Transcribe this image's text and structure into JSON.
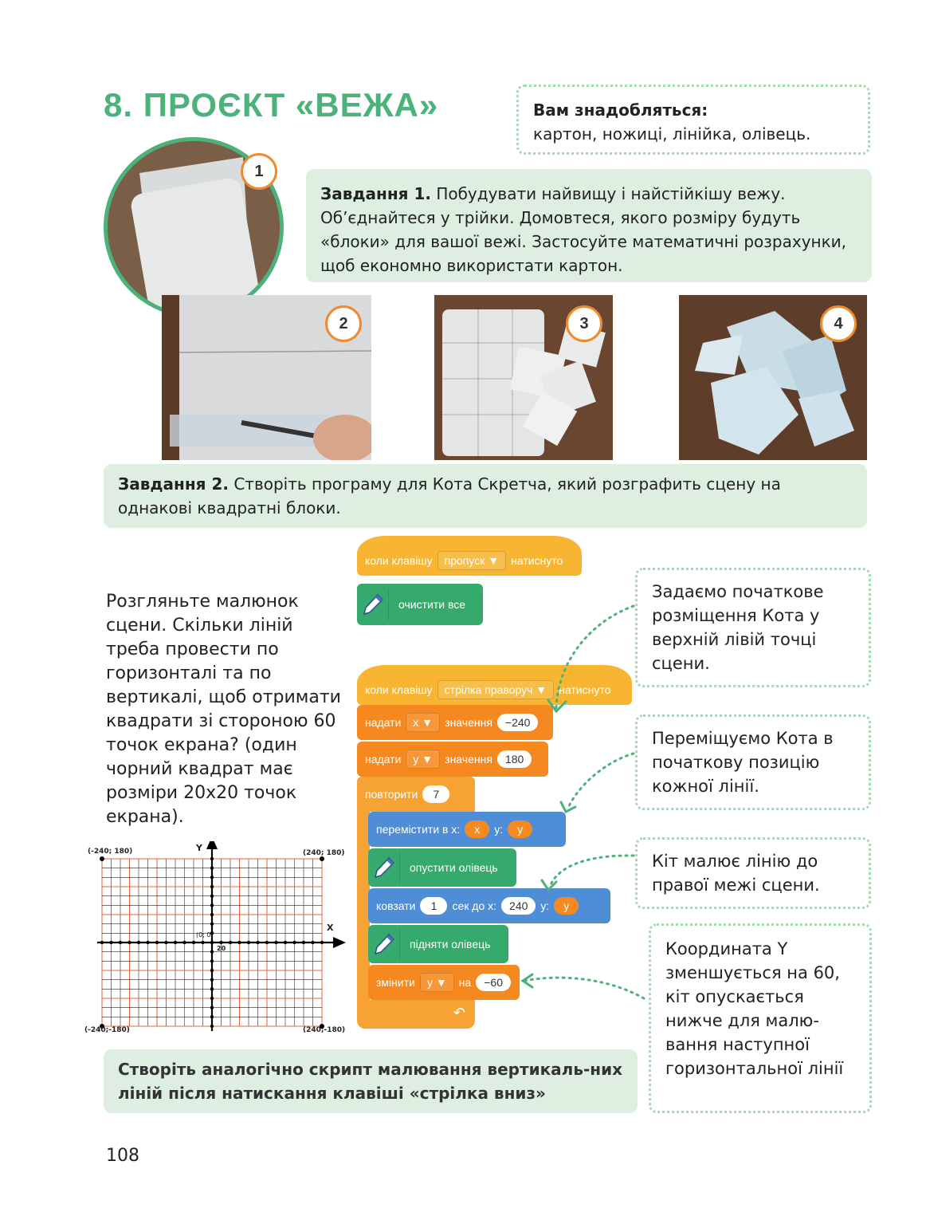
{
  "header": {
    "title": "8. ПРОЄКТ «ВЕЖА»"
  },
  "materials": {
    "heading": "Вам знадобляться:",
    "list": "картон, ножиці, лінійка, олівець."
  },
  "task1": {
    "label": "Завдання 1.",
    "text": " Побудувати найвищу і найстійкішу вежу. Об’єднайтеся у трійки. Домовтеся, якого розміру будуть «блоки» для вашої вежі. Застосуйте математичні розрахунки, щоб економно використати картон."
  },
  "steps": [
    "1",
    "2",
    "3",
    "4"
  ],
  "task2": {
    "label": "Завдання 2.",
    "text": " Створіть програму для Кота Скретча, який розграфить сцену на однакові квадратні блоки."
  },
  "question": "Розгляньте малюнок сцени. Скільки ліній треба провести по горизонталі та по вертикалі, щоб отримати квадрати зі стороною 60 точок екрана? (один чорний квадрат має розміри 20x20 точок екрана).",
  "stage": {
    "tl": "(-240; 180)",
    "tr": "(240; 180)",
    "bl": "(-240;-180)",
    "br": "(240;-180)",
    "axis_x": "X",
    "axis_y": "Y",
    "origin": "(0; 0)",
    "unit": "20"
  },
  "script1": {
    "when": "коли клавішу",
    "key": "пропуск ▼",
    "pressed": "натиснуто",
    "clear": "очистити все"
  },
  "script2": {
    "when": "коли клавішу",
    "key": "стрілка праворуч ▼",
    "pressed": "натиснуто",
    "set": "надати",
    "x_var": "x ▼",
    "y_var": "y ▼",
    "to": "значення",
    "x_val": "−240",
    "y_val": "180",
    "repeat": "повторити",
    "repeat_n": "7",
    "goto": "перемістити в x:",
    "goto_x": "x",
    "goto_y_label": "y:",
    "goto_y": "y",
    "pendown": "опустити олівець",
    "glide": "ковзати",
    "glide_secs": "1",
    "glide_to": "сек до x:",
    "glide_x": "240",
    "glide_y_label": "y:",
    "glide_y": "y",
    "penup": "підняти олівець",
    "change": "змінити",
    "change_var": "y ▼",
    "by": "на",
    "change_val": "−60"
  },
  "notes": {
    "n1": "Задаємо початкове розміщення Кота у верхній лівій точці сцени.",
    "n2": "Переміщуємо Кота в початкову позицію кожної лінії.",
    "n3": "Кіт малює лінію до правої межі сцени.",
    "n4": "Координата Y зменшується на 60, кіт опускається нижче для малю-вання наступної горизонтальної лінії"
  },
  "task3": "Створіть аналогічно скрипт малювання вертикаль-них ліній після натискання клавіші «стрілка вниз»",
  "page_number": "108",
  "colors": {
    "accent": "#4bb27a",
    "badge": "#ef8a2e",
    "panel": "#deefe2"
  }
}
